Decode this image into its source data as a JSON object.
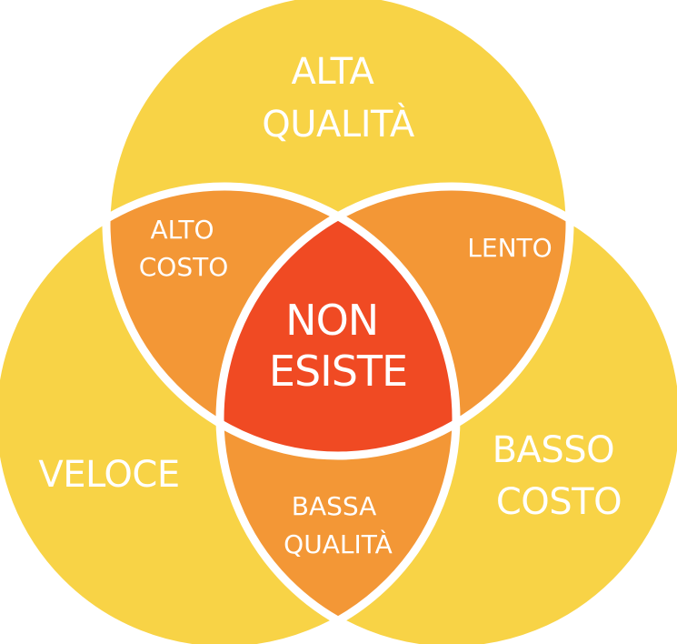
{
  "colors": {
    "single": "#F8D346",
    "pair": "#F39736",
    "center": "#F04A23",
    "stroke": "#ffffff"
  },
  "circles": {
    "top": {
      "line1": "ALTA",
      "line2": "QUALITÀ"
    },
    "left": {
      "line1": "VELOCE"
    },
    "right": {
      "line1": "BASSO",
      "line2": "COSTO"
    }
  },
  "overlaps": {
    "top_left": {
      "line1": "ALTO",
      "line2": "COSTO"
    },
    "top_right": {
      "line1": "LENTO"
    },
    "left_right": {
      "line1": "BASSA",
      "line2": "QUALITÀ"
    }
  },
  "center": {
    "line1": "NON",
    "line2": "ESISTE"
  }
}
